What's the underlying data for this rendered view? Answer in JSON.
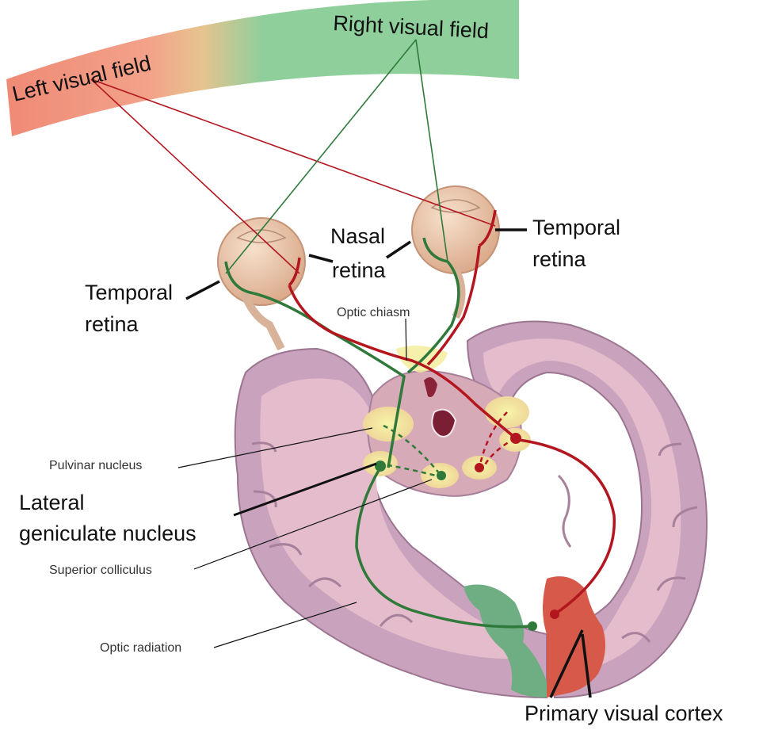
{
  "labels": {
    "left_visual_field": "Left visual field",
    "right_visual_field": "Right visual field",
    "nasal_retina": [
      "Nasal",
      "retina"
    ],
    "temporal_retina_left": [
      "Temporal",
      "retina"
    ],
    "temporal_retina_right": [
      "Temporal",
      "retina"
    ],
    "optic_chiasm": "Optic chiasm",
    "pulvinar_nucleus": "Pulvinar nucleus",
    "lateral_geniculate_nucleus": [
      "Lateral",
      "geniculate nucleus"
    ],
    "superior_colliculus": "Superior colliculus",
    "optic_radiation": "Optic radiation",
    "primary_visual_cortex": "Primary visual cortex"
  },
  "colors": {
    "left_field": "#ef8a76",
    "right_field": "#8fcf9c",
    "left_pathway": "#b3161e",
    "right_pathway": "#2f7a3a",
    "brain_tissue": "#c9a3bd",
    "brain_inner": "#e4bccb",
    "eyeball": "#e9c3a2",
    "nucleus_highlight": "#f1ef9c",
    "cortex_green": "#6fae82",
    "cortex_red": "#d6594a"
  }
}
